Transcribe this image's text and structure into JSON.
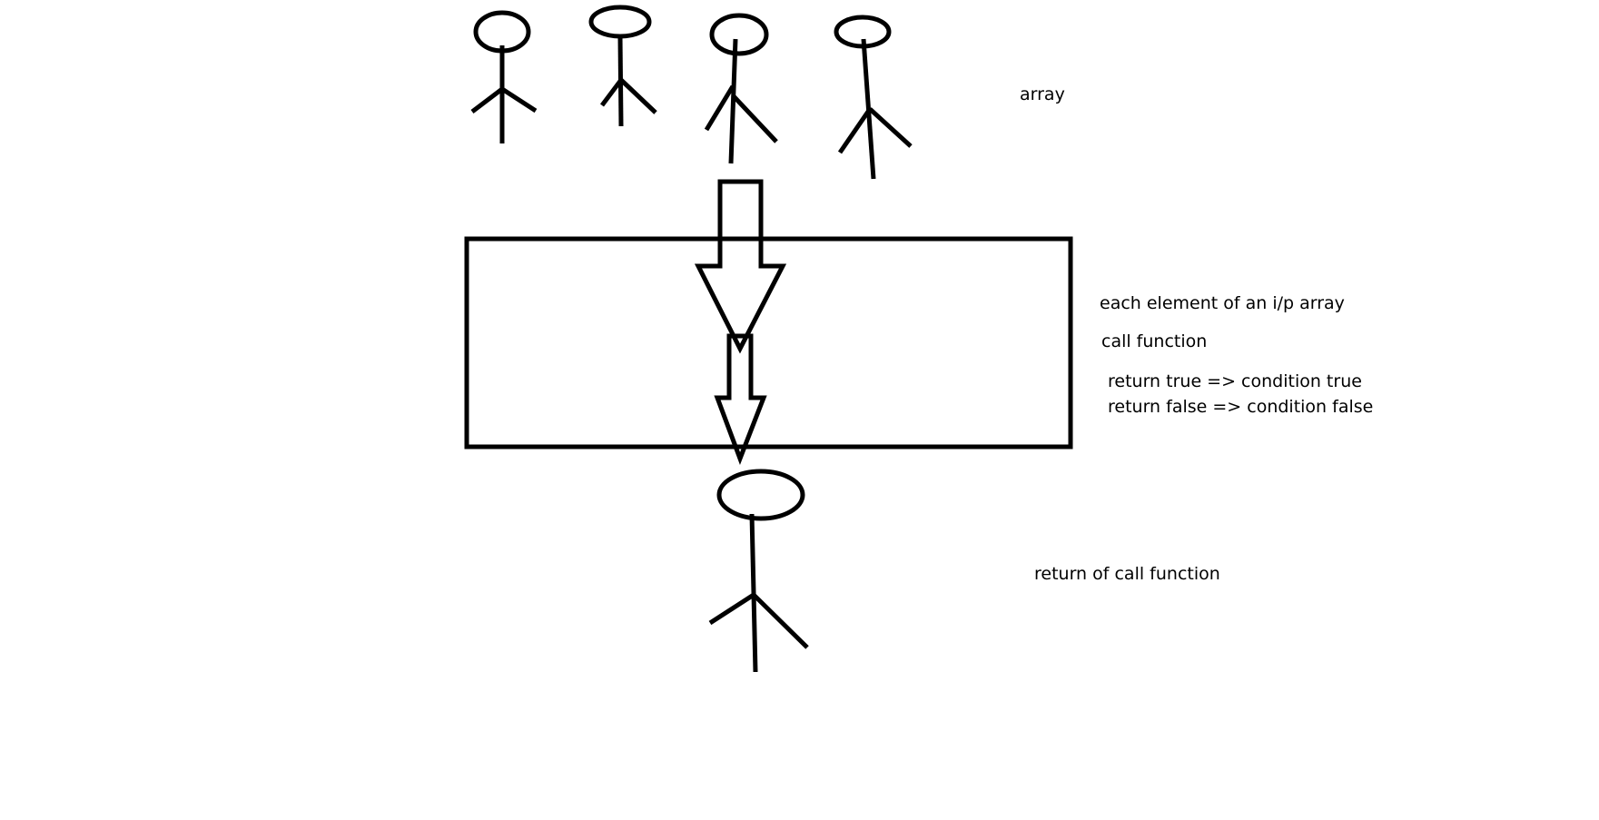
{
  "labels": {
    "array": "array",
    "each_element": "each element of an i/p array",
    "call_function": "call function",
    "return_true": "return true => condition true",
    "return_false": "return false => condition false",
    "return_of_call_function": "return of call function"
  },
  "colors": {
    "ink": "#000000",
    "background": "#ffffff"
  },
  "figures": {
    "input_array_count": 4,
    "output_count": 1
  }
}
